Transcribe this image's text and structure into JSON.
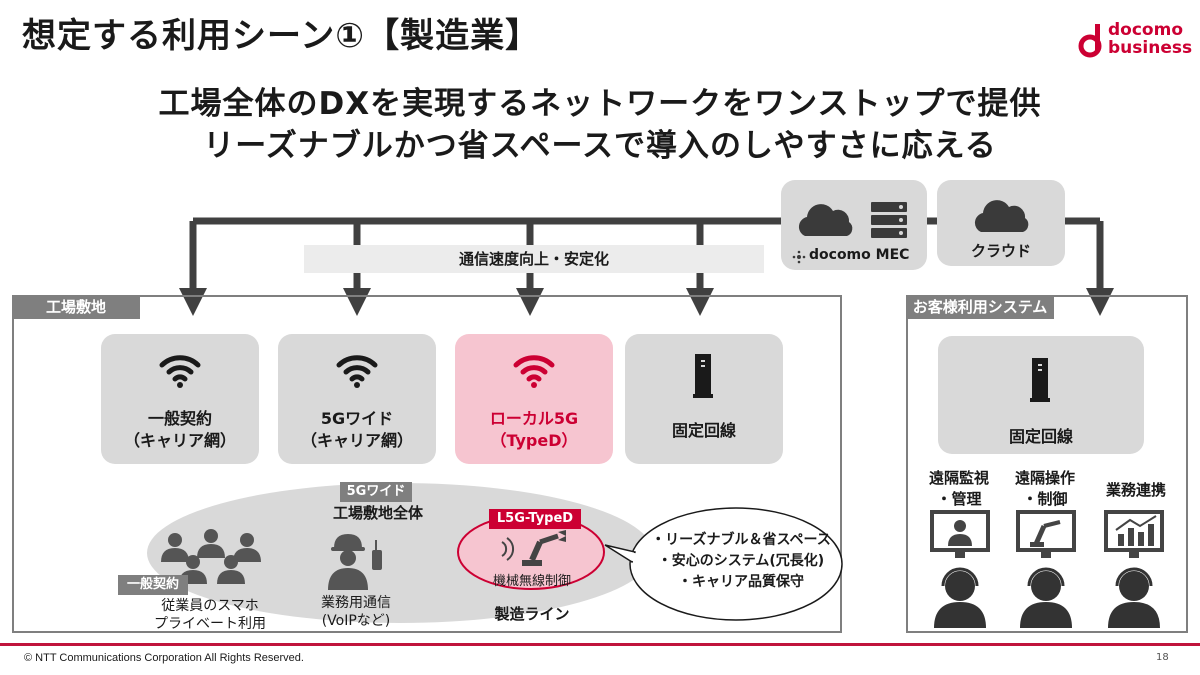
{
  "slide": {
    "title": "想定する利用シーン①【製造業】",
    "headline_line1": "工場全体のDXを実現するネットワークをワンストップで提供",
    "headline_line2": "リーズナブルかつ省スペースで導入のしやすさに応える",
    "logo_line1": "docomo",
    "logo_line2": "business",
    "copyright": "© NTT Communications Corporation All Rights Reserved.",
    "page_number": "18"
  },
  "top": {
    "mec_label": "docomo MEC",
    "cloud_label": "クラウド",
    "band_label": "通信速度向上・安定化"
  },
  "factory": {
    "section_label": "工場敷地",
    "tiles": [
      {
        "line1": "一般契約",
        "line2": "（キャリア網）"
      },
      {
        "line1": "5Gワイド",
        "line2": "（キャリア網）"
      },
      {
        "line1": "ローカル5G",
        "line2": "（TypeD）"
      },
      {
        "line1": "固定回線",
        "line2": ""
      }
    ],
    "wide_tag": "5Gワイド",
    "wide_area": "工場敷地全体",
    "general_tag": "一般契約",
    "employee_line1": "従業員のスマホ",
    "employee_line2": "プライベート利用",
    "business_line1": "業務用通信",
    "business_line2": "(VoIPなど)",
    "l5g_tag": "L5G-TypeD",
    "machine_label": "機械無線制御",
    "line_label": "製造ライン",
    "bubble": [
      "・リーズナブル＆省スペース",
      "・安心のシステム(冗長化)",
      "・キャリア品質保守"
    ]
  },
  "customer": {
    "section_label": "お客様利用システム",
    "tile_label": "固定回線",
    "uses": [
      {
        "line1": "遠隔監視",
        "line2": "・管理"
      },
      {
        "line1": "遠隔操作",
        "line2": "・制御"
      },
      {
        "line1": "業務連携",
        "line2": ""
      }
    ]
  }
}
